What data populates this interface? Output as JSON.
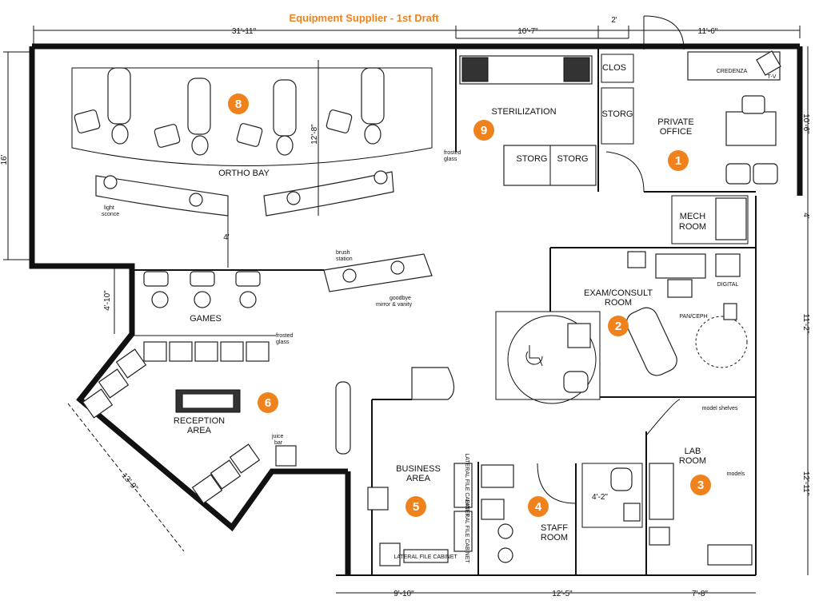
{
  "title": "Equipment Supplier - 1st Draft",
  "colors": {
    "accent": "#f0821e",
    "line": "#111111",
    "paper": "#ffffff"
  },
  "dimensions": {
    "top_left": "31'-11\"",
    "top_mid": "10'-7\"",
    "top_small": "2'",
    "top_right": "11'-6\"",
    "left_side": "16'",
    "ortho_depth": "12'-8\"",
    "gap_4": "4'",
    "games_depth": "4'-10\"",
    "reception_side": "13'-9\"",
    "right_office": "10'-6\"",
    "right_mech": "4'",
    "right_exam": "11'-2\"",
    "right_lab": "12'-11\"",
    "bottom_business": "9'-10\"",
    "bottom_staff": "12'-5\"",
    "bottom_lab": "7'-8\"",
    "wc_width": "4'-2\""
  },
  "rooms": {
    "ortho_bay": "ORTHO BAY",
    "sterilization": "STERILIZATION",
    "private_office_1": "PRIVATE",
    "private_office_2": "OFFICE",
    "clos": "CLOS",
    "storg": "STORG",
    "storg_a": "STORG",
    "storg_b": "STORG",
    "credenza": "CREDENZA",
    "tv": "T-V",
    "mech_1": "MECH",
    "mech_2": "ROOM",
    "exam_1": "EXAM/CONSULT",
    "exam_2": "ROOM",
    "digital": "DIGITAL",
    "panceph": "PAN/CEPH",
    "games": "GAMES",
    "reception_1": "RECEPTION",
    "reception_2": "AREA",
    "business_1": "BUSINESS",
    "business_2": "AREA",
    "staff_1": "STAFF",
    "staff_2": "ROOM",
    "lab_1": "LAB",
    "lab_2": "ROOM"
  },
  "notes": {
    "frosted_glass_1": "frosted",
    "frosted_glass_2": "glass",
    "frosted_b1": "frosted",
    "frosted_b2": "glass",
    "light_sconce_1": "light",
    "light_sconce_2": "sconce",
    "brush_1": "brush",
    "brush_2": "station",
    "goodbye_1": "goodbye",
    "goodbye_2": "mirror & vanity",
    "juice_1": "juice",
    "juice_2": "bar",
    "model_shelves": "model shelves",
    "models": "models",
    "lateral_file_1": "LATERAL FILE CABINET",
    "lateral_file_2": "LATERAL FILE CABINET",
    "lateral_file_3": "LATERAL FILE CABINET"
  },
  "markers": {
    "m1": "1",
    "m2": "2",
    "m3": "3",
    "m4": "4",
    "m5": "5",
    "m6": "6",
    "m8": "8",
    "m9": "9"
  }
}
